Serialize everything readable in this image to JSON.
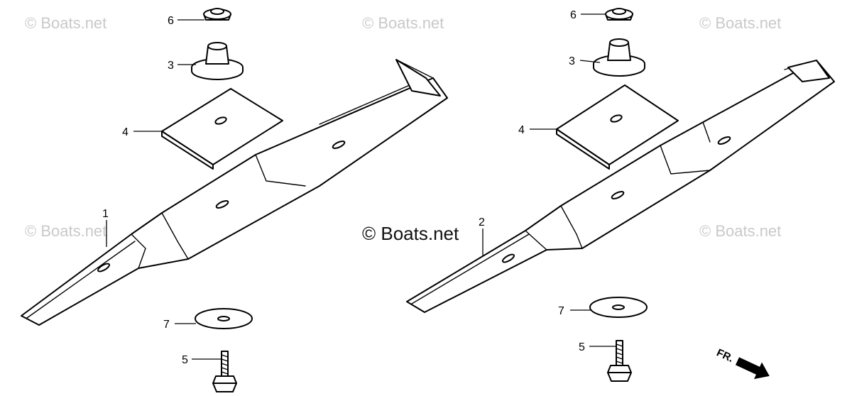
{
  "watermarks": {
    "corner": "© Boats.net",
    "center": "© Boats.net"
  },
  "callouts": {
    "left": {
      "blade": "1",
      "nut": "6",
      "holder": "3",
      "plate": "4",
      "washer": "7",
      "bolt": "5"
    },
    "right": {
      "blade": "2",
      "nut": "6",
      "holder": "3",
      "plate": "4",
      "washer": "7",
      "bolt": "5"
    }
  },
  "direction_label": "FR."
}
